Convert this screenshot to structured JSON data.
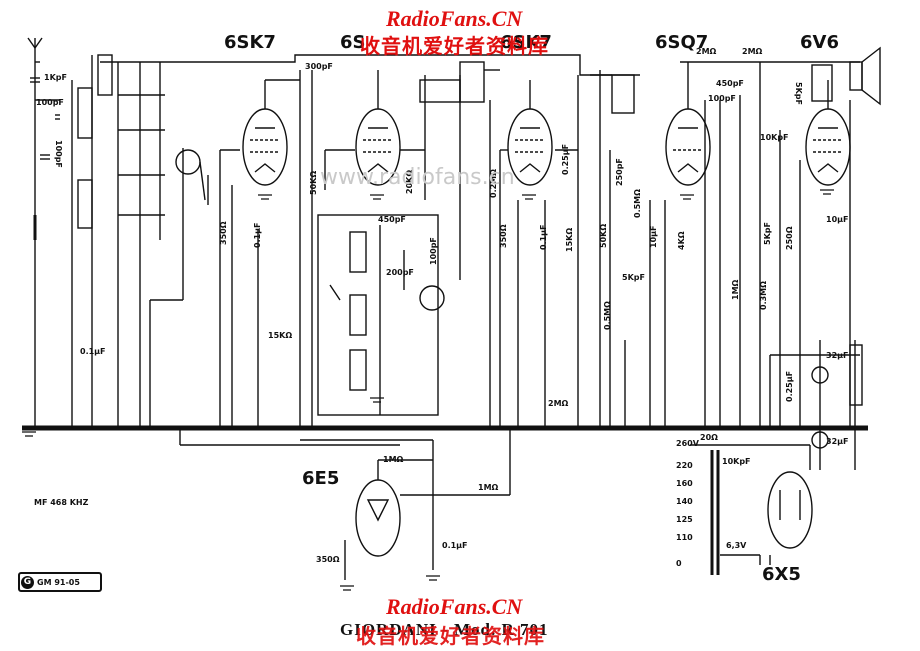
{
  "watermark": {
    "top_latin": "RadioFans.CN",
    "top_cn": "收音机爱好者资料库",
    "bottom_latin": "RadioFans.CN",
    "bottom_cn": "收音机爱好者资料库",
    "faint_middle": "www.radiofans.cn"
  },
  "tubes": [
    {
      "id": "6SK7",
      "label": "6SK7"
    },
    {
      "id": "6SA7",
      "label": "6S"
    },
    {
      "id": "6SK7b",
      "label": "6SK7"
    },
    {
      "id": "6SQ7",
      "label": "6SQ7"
    },
    {
      "id": "6V6",
      "label": "6V6"
    },
    {
      "id": "6E5",
      "label": "6E5"
    },
    {
      "id": "6X5",
      "label": "6X5"
    }
  ],
  "components": {
    "c_1kpf": "1KpF",
    "c_100pf_a": "100pF",
    "c_100pf_b": "100pF",
    "c_300pf": "300pF",
    "c_01uf_left": "0.1μF",
    "r_350_a": "350Ω",
    "c_01uf_a": "0.1μF",
    "r_50k_a": "50KΩ",
    "r_20k": "20KΩ",
    "r_15k_a": "15KΩ",
    "c_450pf_a": "450pF",
    "c_200pf": "200pF",
    "c_100pf_c": "100pF",
    "r_02m": "0.2MΩ",
    "r_350_b": "350Ω",
    "c_01uf_b": "0.1μF",
    "c_025uf_a": "0.25μF",
    "r_15k_b": "15KΩ",
    "c_250pf": "250pF",
    "r_05m_a": "0.5MΩ",
    "r_50k_b": "50KΩ",
    "c_10uf_a": "10μF",
    "r_4k": "4KΩ",
    "c_5kpf": "5KpF",
    "r_05m_b": "0.5MΩ",
    "r_2m_a": "2MΩ",
    "r_2m_b": "2MΩ",
    "c_450pf_b": "450pF",
    "c_100pf_d": "100pF",
    "c_10kpf_a": "10KpF",
    "r_1m_a": "1MΩ",
    "r_03m": "0.3MΩ",
    "r_5kpf2": "5KpF",
    "r_250": "250Ω",
    "c_10uf_b": "10μF",
    "c_5kpf_top": "5KpF",
    "r_2m_c": "2MΩ",
    "c_32uf_a": "32μF",
    "c_025uf_b": "0.25μF",
    "c_32uf_b": "32μF",
    "r_20": "20Ω",
    "c_10kpf_b": "10KpF",
    "r_1m_b": "1MΩ",
    "r_1m_c": "1MΩ",
    "r_350_c": "350Ω",
    "c_01uf_c": "0.1μF",
    "heater": "6,3V"
  },
  "voltage_taps": [
    "260V",
    "220",
    "160",
    "140",
    "125",
    "110",
    "0"
  ],
  "footer": {
    "title": "GIORDANI - Mod. R 701",
    "mf": "MF 468 KHZ",
    "logo": "GM 91-05"
  }
}
